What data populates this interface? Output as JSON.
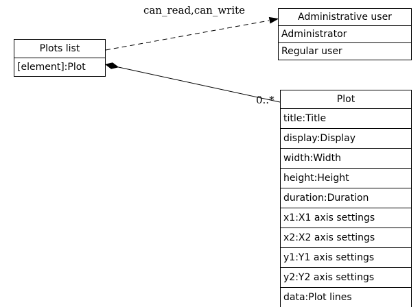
{
  "plots_list": {
    "title": "Plots list",
    "rows": [
      "[element]:Plot"
    ]
  },
  "admin_user": {
    "title": "Administrative user",
    "rows": [
      "Administrator",
      "Regular user"
    ]
  },
  "plot": {
    "title": "Plot",
    "rows": [
      "title:Title",
      "display:Display",
      "width:Width",
      "height:Height",
      "duration:Duration",
      "x1:X1 axis settings",
      "x2:X2 axis settings",
      "y1:Y1 axis settings",
      "y2:Y2 axis settings",
      "data:Plot lines"
    ]
  },
  "edges": {
    "dashed_label": "can_read,can_write",
    "multiplicity": "0..*"
  },
  "colors": {
    "line": "#000000",
    "background": "#ffffff"
  }
}
